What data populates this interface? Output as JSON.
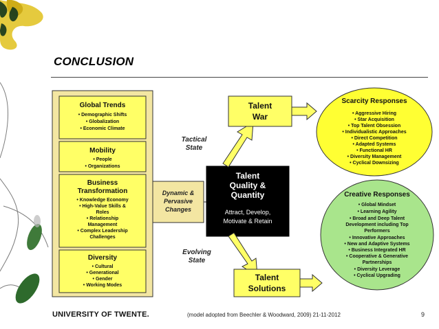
{
  "slide": {
    "title": "CONCLUSION",
    "footer_brand": "UNIVERSITY OF TWENTE.",
    "footer_note": "(model adopted from Beechler & Woodward, 2009) 21-11-2012",
    "page_number": "9"
  },
  "diagram": {
    "left_boxes": [
      {
        "title": "Global Trends",
        "items": [
          "• Demographic Shifts",
          "• Globalization",
          "• Economic Climate"
        ]
      },
      {
        "title": "Mobility",
        "items": [
          "• People",
          "• Organizations"
        ]
      },
      {
        "title_lines": [
          "Business",
          "Transformation"
        ],
        "items": [
          "• Knowledge Economy",
          "• High-Value Skills &",
          "Roles",
          "• Relationship",
          "Management",
          "• Complex Leadership",
          "Challenges"
        ]
      },
      {
        "title": "Diversity",
        "items": [
          "• Cultural",
          "• Generational",
          "• Gender",
          "• Working Modes"
        ]
      }
    ],
    "changes_box": [
      "Dynamic &",
      "Pervasive",
      "Changes"
    ],
    "center_box": {
      "title_lines": [
        "Talent",
        "Quality &",
        "Quantity"
      ],
      "sub_lines": [
        "Attract, Develop,",
        "Motivate & Retain"
      ]
    },
    "tactical_state": [
      "Tactical",
      "State"
    ],
    "evolving_state": [
      "Evolving",
      "State"
    ],
    "talent_war": [
      "Talent",
      "War"
    ],
    "talent_solutions": [
      "Talent",
      "Solutions"
    ],
    "scarcity": {
      "title": "Scarcity Responses",
      "items": [
        "• Aggressive Hiring",
        "• Star Acquisition",
        "• Top Talent Obsession",
        "• Individualistic Approaches",
        "• Direct Competition",
        "• Adapted Systems",
        "• Functional HR",
        "• Diversity Management",
        "• Cyclical Downsizing"
      ]
    },
    "creative": {
      "title": "Creative Responses",
      "items": [
        "• Global Mindset",
        "• Learning Agility",
        "• Broad and Deep Talent",
        "Development including Top",
        "Performers",
        "• Innovative Approaches",
        "• New and Adaptive Systems",
        "• Business Integrated HR",
        "• Cooperative & Generative",
        "Partnerships",
        "• Diversity Leverage",
        "• Cyclical Upgrading"
      ]
    }
  },
  "colors": {
    "box_fill": "#ffff66",
    "box_frame": "#f3e6a2",
    "circle_fill": "#ffff33",
    "creative_fill": "#a9e58c",
    "center_fill": "#000000",
    "arrow_fill": "#ffff66"
  }
}
